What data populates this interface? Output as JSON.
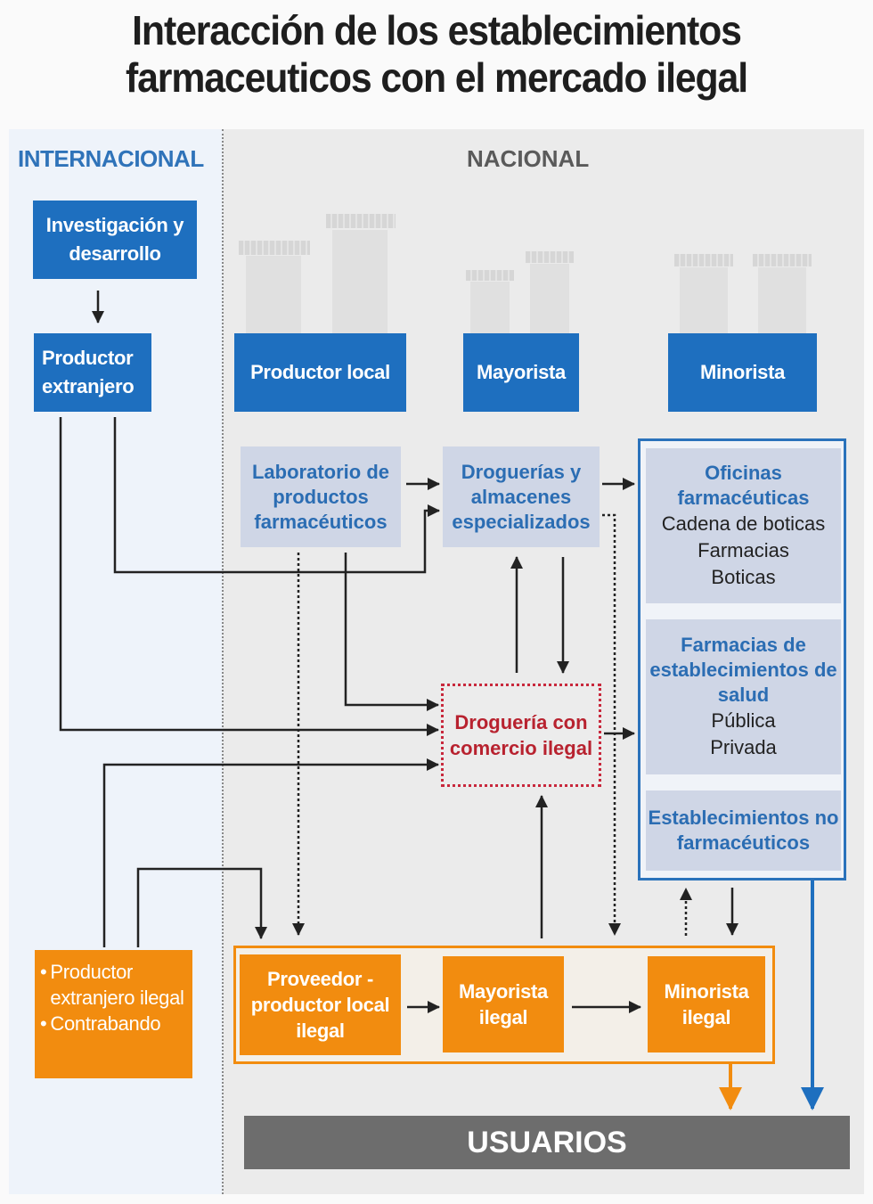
{
  "title": {
    "line1": "Interacción de los establecimientos",
    "line2": "farmaceuticos con el mercado ilegal"
  },
  "sections": {
    "international": "INTERNACIONAL",
    "national": "NACIONAL"
  },
  "international_nodes": {
    "research": "Investigación y desarrollo",
    "foreign_producer": "Productor extranjero"
  },
  "national_headers": {
    "local_producer": "Productor local",
    "wholesaler": "Mayorista",
    "retailer": "Minorista"
  },
  "legal_nodes": {
    "laboratory": "Laboratorio de productos farmacéuticos",
    "drugstores": "Droguerías y almacenes especializados"
  },
  "retail_nodes": {
    "pharma_offices": {
      "title": "Oficinas farmacéuticas",
      "items": [
        "Cadena de boticas",
        "Farmacias",
        "Boticas"
      ]
    },
    "health_pharmacies": {
      "title": "Farmacias de establecimientos de salud",
      "items": [
        "Pública",
        "Privada"
      ]
    },
    "non_pharma": {
      "title": "Establecimientos no farmacéuticos"
    }
  },
  "illegal_drugstore": "Droguería con comercio ilegal",
  "illegal_sources": {
    "items": [
      "Productor extranjero ilegal",
      "Contrabando"
    ]
  },
  "illegal_chain": {
    "supplier": "Proveedor - productor local ilegal",
    "wholesaler": "Mayorista ilegal",
    "retailer": "Minorista ilegal"
  },
  "users": "USUARIOS",
  "colors": {
    "legal_blue": "#1e6fbf",
    "illegal_orange": "#f28c0f",
    "illegal_red": "#b8222f",
    "users_gray": "#6d6d6d"
  }
}
